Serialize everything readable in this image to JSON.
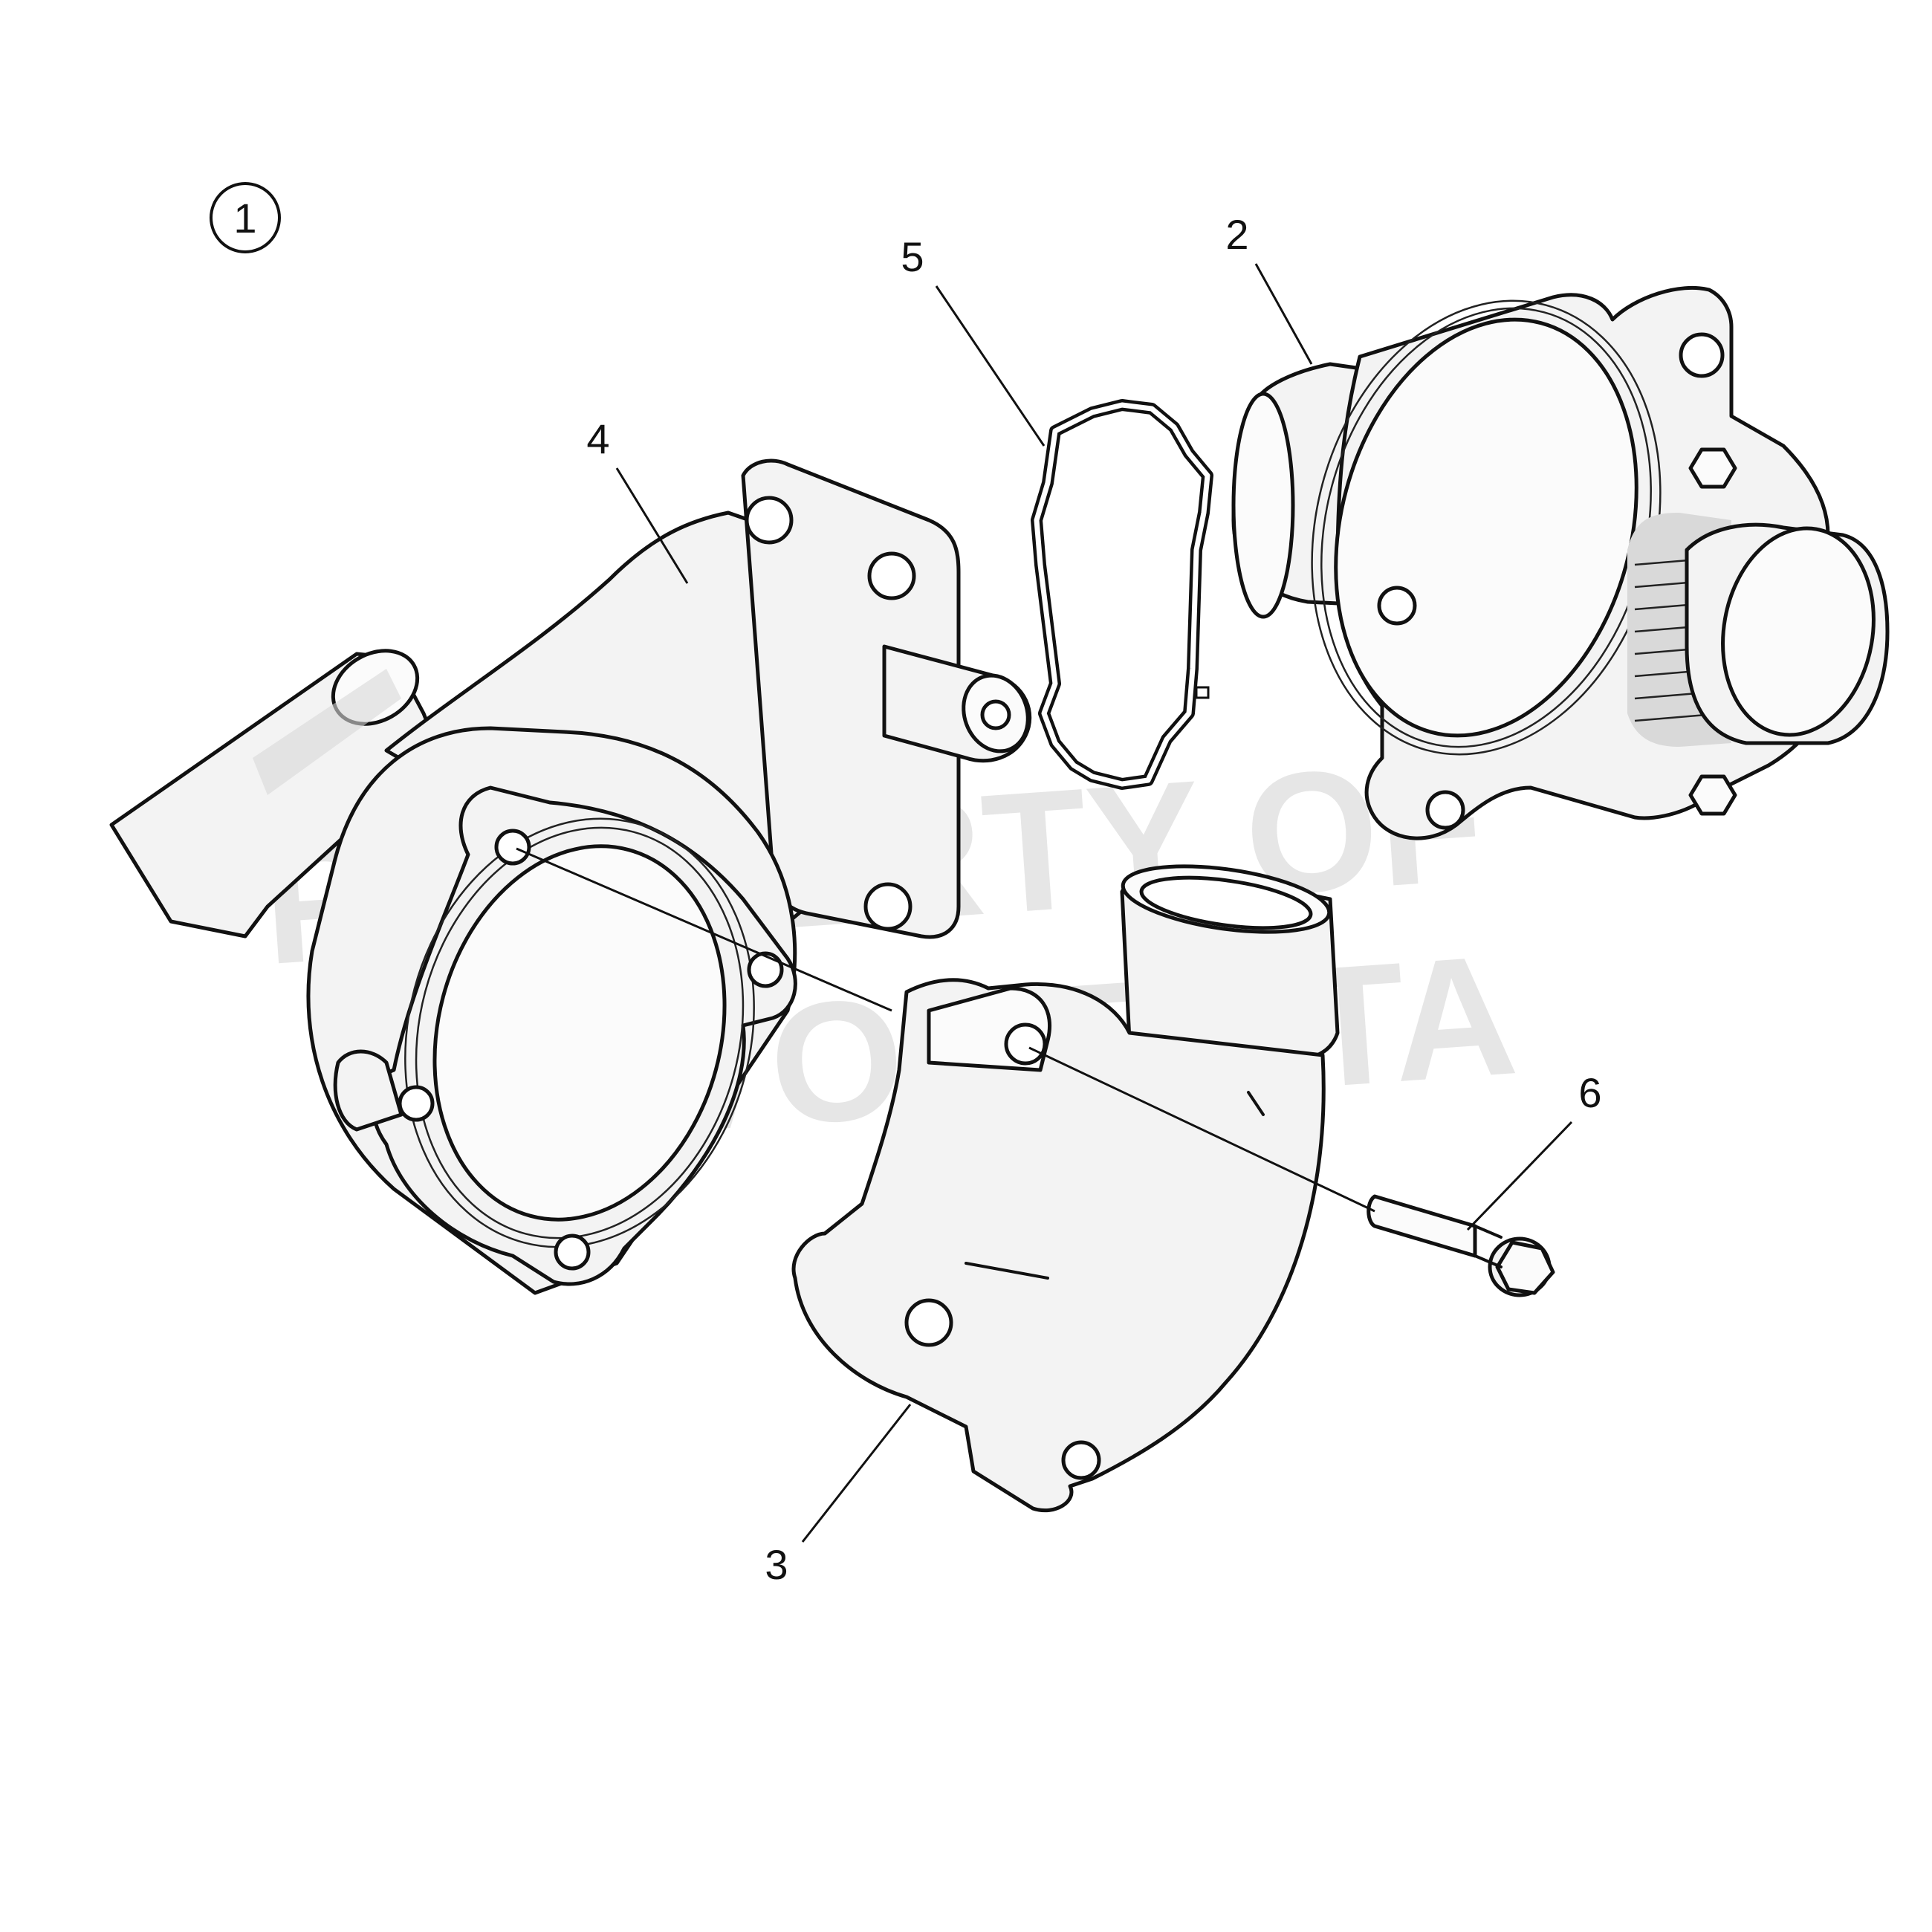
{
  "figure_callout": "1",
  "callouts": {
    "p2": "2",
    "p3": "3",
    "p4": "4",
    "p5": "5",
    "p6": "6"
  },
  "watermark": {
    "line1": "PROPERTY OF",
    "line2": "VOLVO PENTA"
  }
}
